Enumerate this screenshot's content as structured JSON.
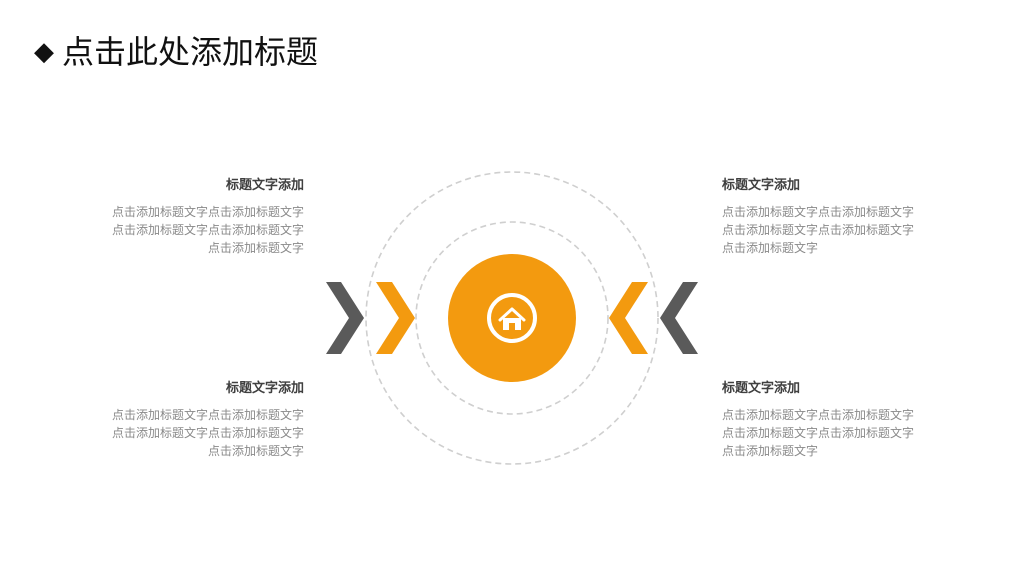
{
  "slide": {
    "title_bullet": "◆",
    "title": "点击此处添加标题",
    "blocks": [
      {
        "heading": "标题文字添加",
        "lines": [
          "点击添加标题文字点击添加标题文字",
          "点击添加标题文字点击添加标题文字",
          "点击添加标题文字"
        ]
      },
      {
        "heading": "标题文字添加",
        "lines": [
          "点击添加标题文字点击添加标题文字",
          "点击添加标题文字点击添加标题文字",
          "点击添加标题文字"
        ]
      },
      {
        "heading": "标题文字添加",
        "lines": [
          "点击添加标题文字点击添加标题文字",
          "点击添加标题文字点击添加标题文字",
          "点击添加标题文字"
        ]
      },
      {
        "heading": "标题文字添加",
        "lines": [
          "点击添加标题文字点击添加标题文字",
          "点击添加标题文字点击添加标题文字",
          "点击添加标题文字"
        ]
      }
    ],
    "center_icon": "home-icon",
    "colors": {
      "accent": "#f39a0f",
      "dark_chevron": "#5a5a5a",
      "dashed_ring": "#cfcfcf",
      "heading": "#404040",
      "body_text": "#8a8a8a"
    }
  }
}
